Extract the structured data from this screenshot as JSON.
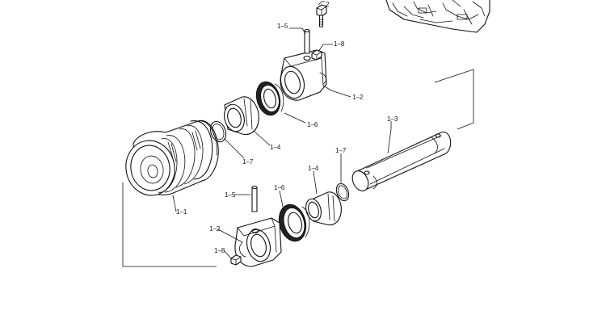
{
  "diagram": {
    "labels": {
      "l1_1": "1–1",
      "l1_2_top": "1–2",
      "l1_2_bot": "1–2",
      "l1_3": "1–3",
      "l1_4_top": "1–4",
      "l1_4_bot": "1–4",
      "l1_5_top": "1–5",
      "l1_5_bot": "1–5",
      "l1_6_top": "1–6",
      "l1_6_bot": "1–6",
      "l1_7_top": "1–7",
      "l1_7_bot": "1–7",
      "l1_8_top": "1–8",
      "l1_8_bot": "1–8",
      "l2": "2"
    }
  }
}
